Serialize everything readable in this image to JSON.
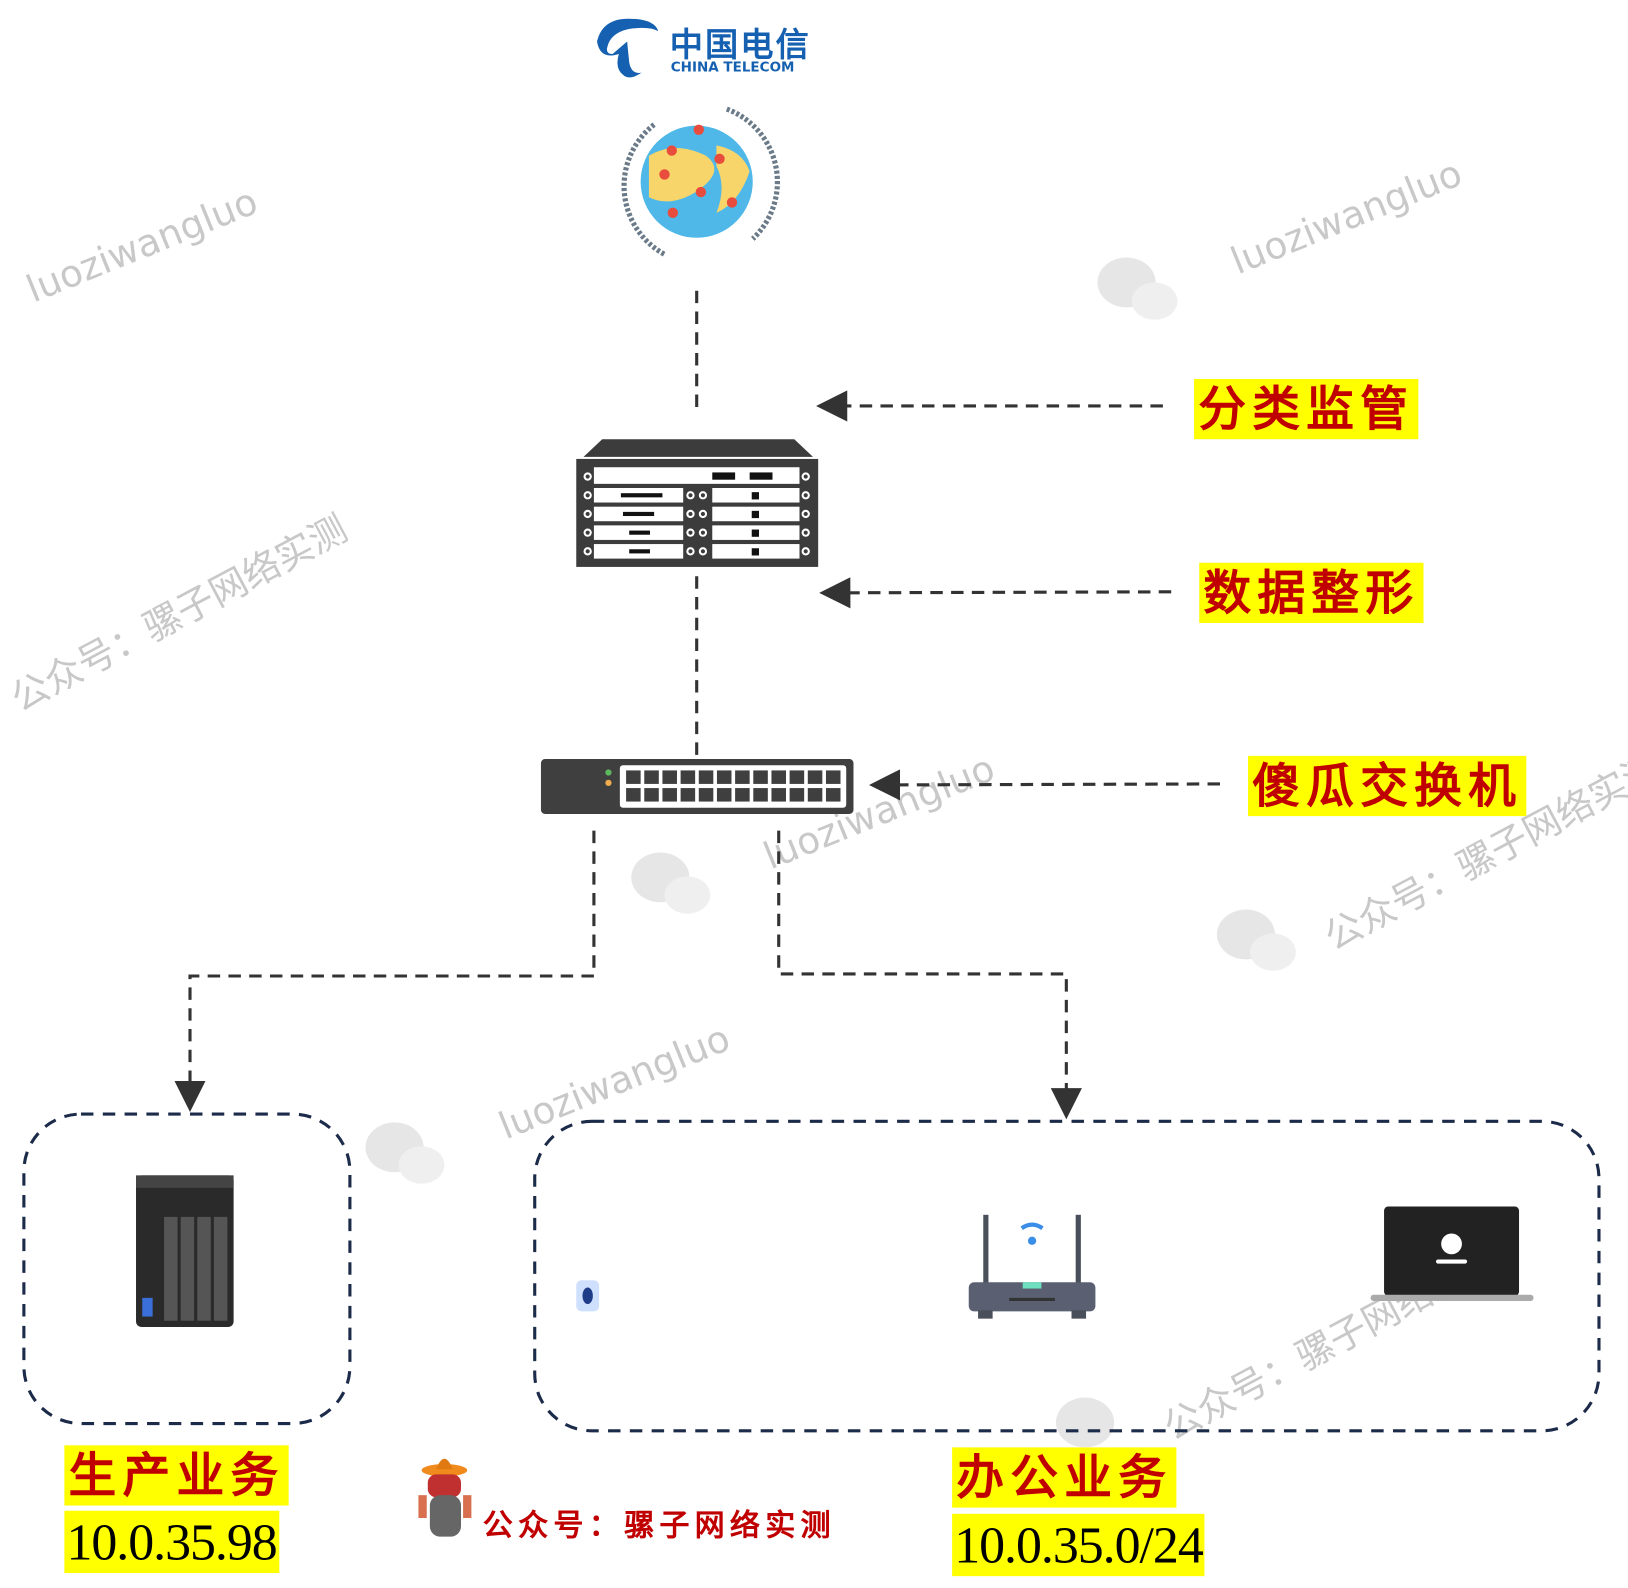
{
  "logo": {
    "cn": "中国电信",
    "en": "CHINA TELECOM"
  },
  "labels": {
    "classify": "分类监管",
    "shaping": "数据整形",
    "switch": "傻瓜交换机",
    "production": "生产业务",
    "production_ip": "10.0.35.98",
    "office": "办公业务",
    "office_ip": "10.0.35.0/24"
  },
  "footer": {
    "text": "公众号：骡子网络实测"
  },
  "watermarks": {
    "pinyin": "luoziwangluo",
    "cn": "公众号：骡子网络实测"
  },
  "colors": {
    "label_bg": "#ffff00",
    "label_text": "#c00000",
    "line": "#1c2b4a",
    "brand": "#1560b0"
  }
}
